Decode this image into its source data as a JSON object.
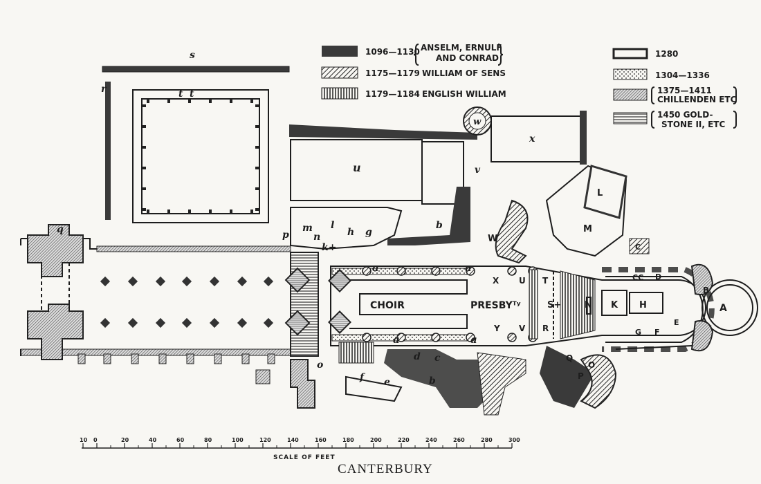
{
  "title": "CANTERBURY",
  "scale": {
    "caption": "SCALE OF FEET",
    "ticks": [
      "10",
      "0",
      "20",
      "40",
      "60",
      "80",
      "100",
      "120",
      "140",
      "160",
      "180",
      "200",
      "220",
      "240",
      "260",
      "280",
      "300"
    ]
  },
  "legend": {
    "left": [
      {
        "period": "1096—1130",
        "builder": "ANSELM, ERNULF",
        "builder2": "AND CONRAD",
        "pattern": "solid-dark"
      },
      {
        "period": "1175—1179",
        "builder": "WILLIAM OF SENS",
        "pattern": "diagonal-hatch"
      },
      {
        "period": "1179—1184",
        "builder": "ENGLISH WILLIAM",
        "pattern": "vertical-hatch"
      }
    ],
    "right": [
      {
        "period": "1280",
        "pattern": "outline"
      },
      {
        "period": "1304—1336",
        "pattern": "dotted"
      },
      {
        "period": "1375—1411",
        "builder": "CHILLENDEN ETC",
        "pattern": "fine-diagonal"
      },
      {
        "period": "1450 GOLD-",
        "builder": "STONE II, ETC",
        "pattern": "horizontal-lines"
      }
    ]
  },
  "rooms": {
    "choir": "CHOIR",
    "presbytery": "PRESBYᵀʸ"
  },
  "letters": {
    "a1": "a",
    "a2": "a",
    "a3": "a",
    "a4": "a",
    "b1": "b",
    "b2": "b",
    "c": "c",
    "d": "d",
    "e": "e",
    "f": "f",
    "g": "g",
    "h": "h",
    "k": "k+",
    "l": "l",
    "m": "m",
    "n": "n",
    "o": "o",
    "p": "p",
    "q": "q",
    "r": "r",
    "s": "s",
    "t1": "t",
    "t2": "t",
    "u": "u",
    "v": "v",
    "w": "w",
    "x": "x",
    "A": "A",
    "B": "B",
    "C": "C",
    "CC": "CC",
    "D": "D",
    "E": "E",
    "F": "F",
    "G": "G",
    "H": "H",
    "K": "K",
    "L": "L",
    "M": "M",
    "N": "N",
    "O": "O",
    "P": "P",
    "Q": "Q",
    "R": "R",
    "S": "S+",
    "T": "T",
    "U": "U",
    "V": "V",
    "W": "W",
    "X": "X",
    "Y": "Y"
  }
}
